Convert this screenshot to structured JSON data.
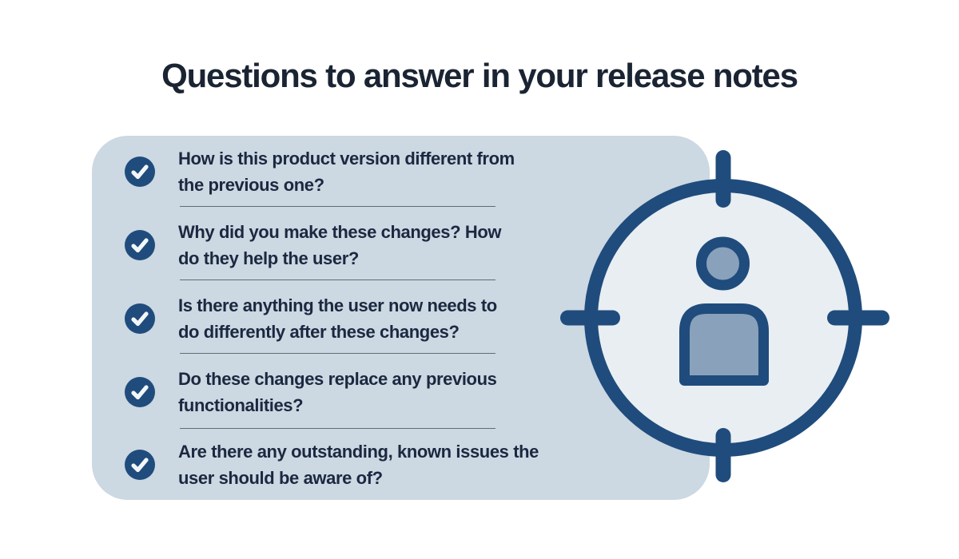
{
  "title": "Questions to answer in your release notes",
  "checklist": {
    "items": [
      {
        "line1": "How is this product version different from",
        "line2": "the previous one?"
      },
      {
        "line1": "Why did you make these changes? How",
        "line2": "do they help the user?"
      },
      {
        "line1": "Is there anything the user now needs to",
        "line2": "do differently after these changes?"
      },
      {
        "line1": "Do these changes replace any previous",
        "line2": "functionalities?"
      },
      {
        "line1": "Are there any outstanding, known issues the",
        "line2": "user should be aware of?"
      }
    ]
  },
  "icons": {
    "item_marker": "check-icon",
    "illustration": "target-crosshair-icon",
    "illustration_center": "person-icon"
  },
  "colors": {
    "navy": "#1f4c7c",
    "card_bg": "#ccd8e2",
    "target_fill": "#e9eef3",
    "person_fill": "#8aa1bb",
    "title_text": "#1a2433",
    "item_text": "#1b2840",
    "divider": "#5f6d7a",
    "check_stroke": "#f3f6f9"
  }
}
